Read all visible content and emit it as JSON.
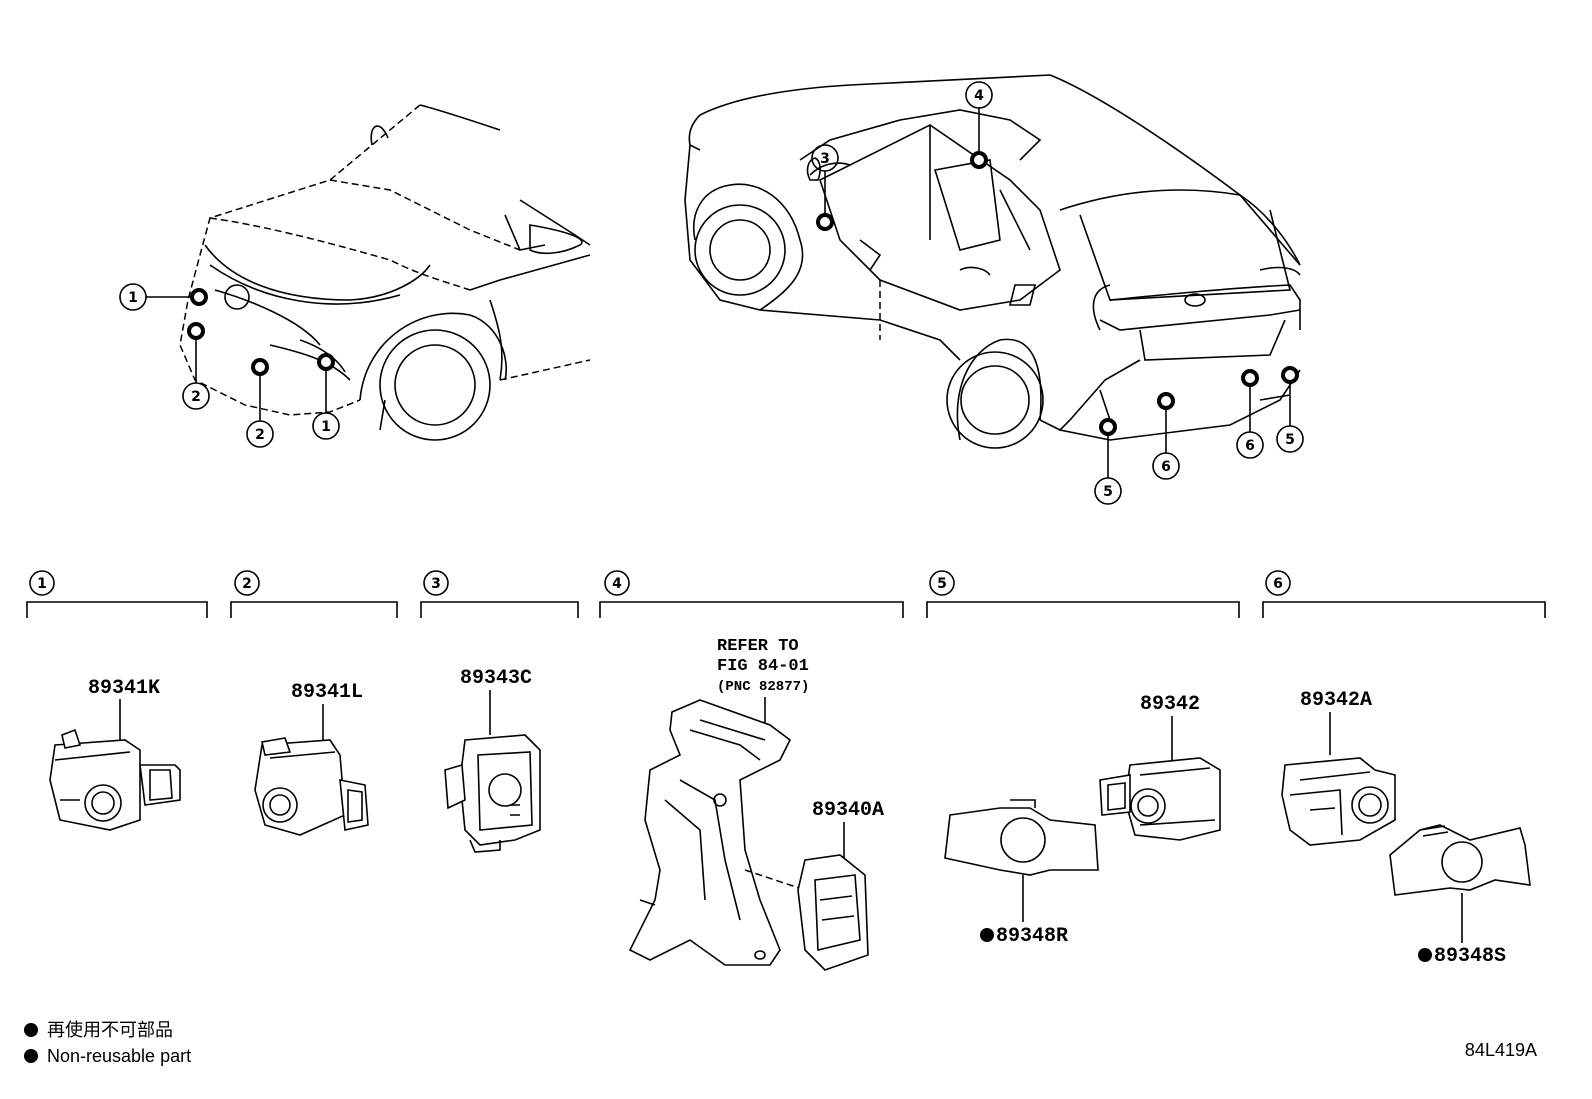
{
  "callouts": {
    "c1": "1",
    "c2": "2",
    "c3": "3",
    "c4": "4",
    "c5": "5",
    "c6": "6"
  },
  "groups": {
    "g1": "1",
    "g2": "2",
    "g3": "3",
    "g4": "4",
    "g5": "5",
    "g6": "6"
  },
  "parts": {
    "p89341K": "89341K",
    "p89341L": "89341L",
    "p89343C": "89343C",
    "p89340A": "89340A",
    "p89342": "89342",
    "p89342A": "89342A",
    "p89348R": "89348R",
    "p89348S": "89348S"
  },
  "reference": {
    "line1": "REFER TO",
    "line2": "FIG 84-01",
    "line3": "(PNC 82877)"
  },
  "legend": {
    "jp": "再使用不可部品",
    "en": "Non-reusable part"
  },
  "figure_code": "84L419A"
}
